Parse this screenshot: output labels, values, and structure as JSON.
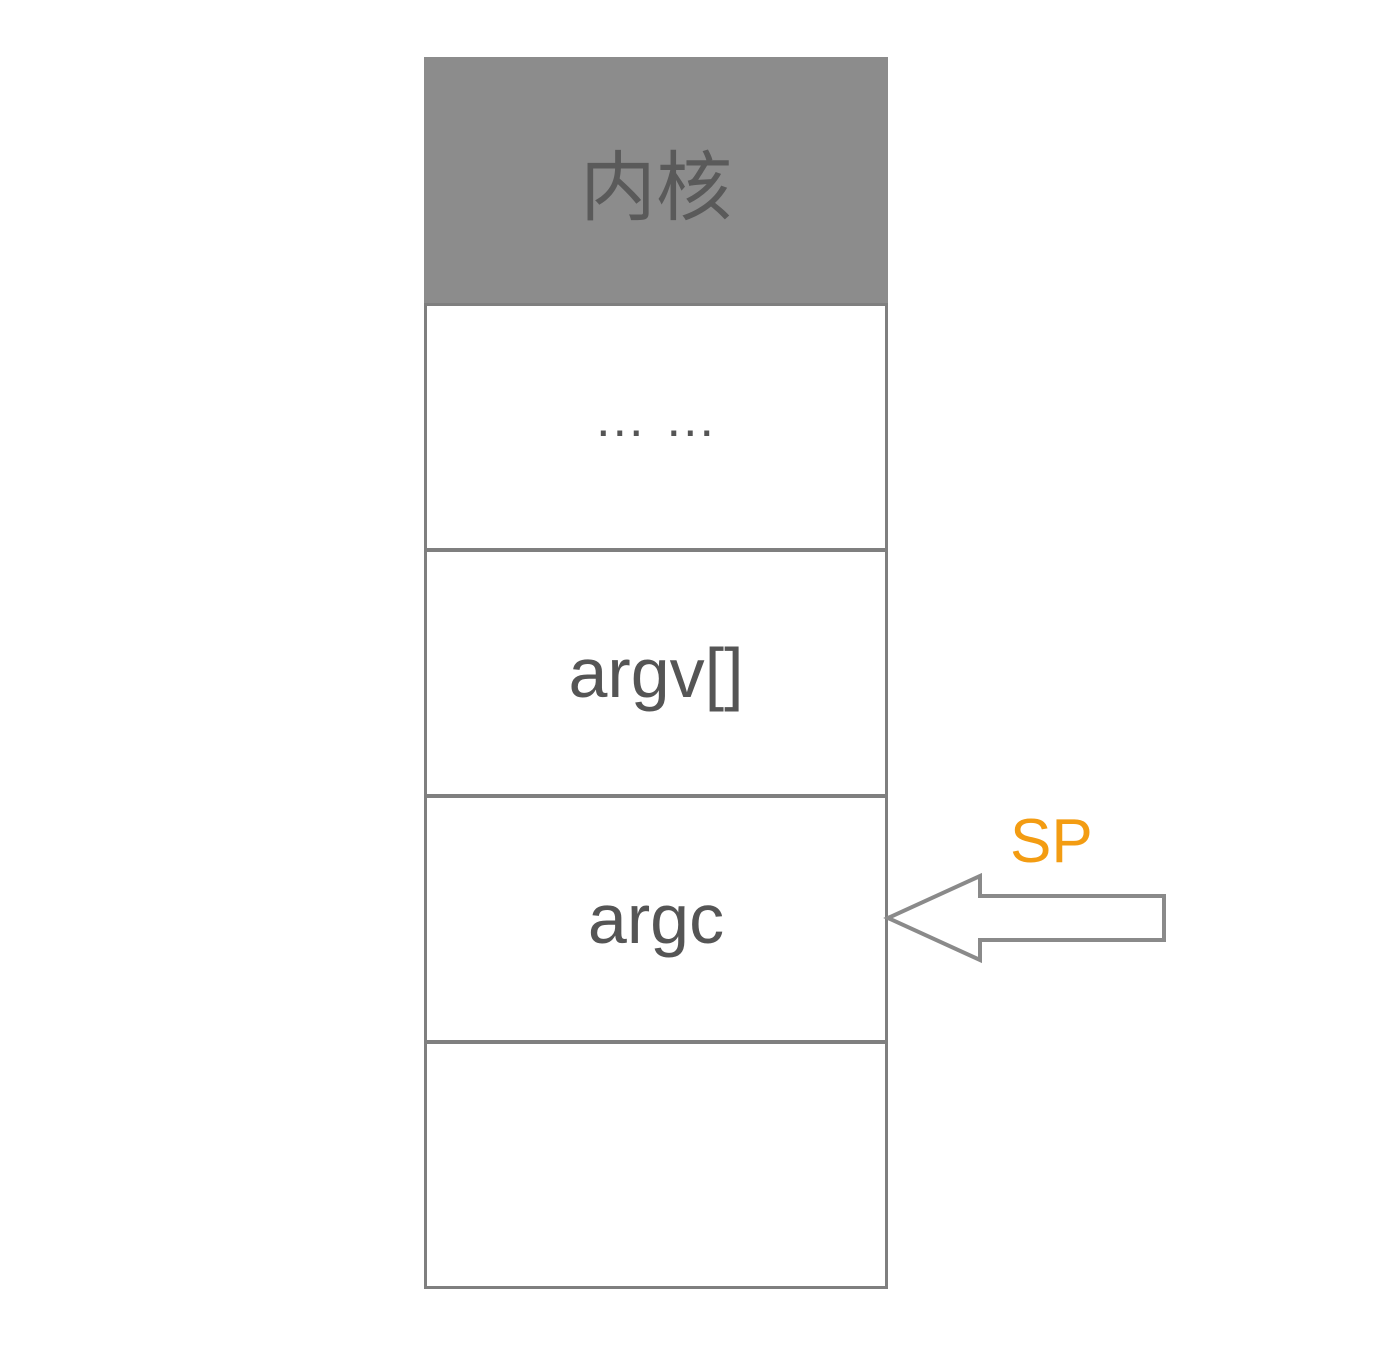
{
  "stack": {
    "cells": [
      {
        "label": "内核",
        "fill": "#8c8c8c"
      },
      {
        "label": "… …",
        "fill": "#ffffff"
      },
      {
        "label": "argv[]",
        "fill": "#ffffff"
      },
      {
        "label": "argc",
        "fill": "#ffffff"
      },
      {
        "label": "",
        "fill": "#ffffff"
      }
    ]
  },
  "pointer": {
    "label": "SP",
    "color": "#f39c12",
    "icon": "left-arrow-icon"
  }
}
